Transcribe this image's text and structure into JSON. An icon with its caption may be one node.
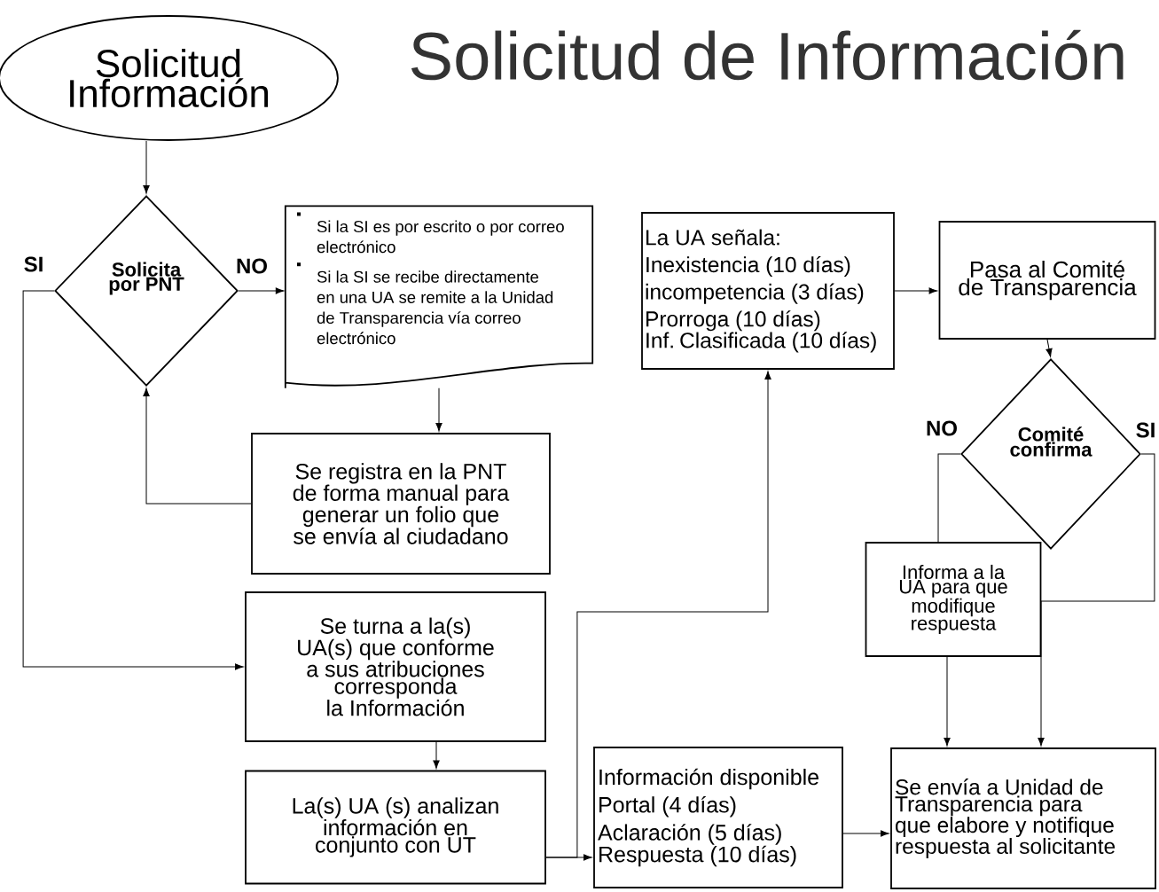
{
  "diagram": {
    "title": "Solicitud de Información",
    "nodes": [
      {
        "text": [
          "Solicitud Información"
        ]
      },
      {
        "text": [
          "Solicita por PNT"
        ]
      },
      {
        "text": [
          "Si la SI es por escrito o por correo electrónico",
          "Si la SI se recibe directamente en una UA  se remite a la Unidad de Transparencia vía correo electrónico"
        ]
      },
      {
        "text": [
          "Se registra en la PNT de forma manual para generar un folio que se envía al ciudadano"
        ]
      },
      {
        "text": [
          "Se turna a la(s) UA(s) que conforme a sus atribuciones corresponda la Información"
        ]
      },
      {
        "text": [
          "La(s) UA (s) analizan información en conjunto con UT"
        ]
      },
      {
        "text": [
          "Información disponible",
          "Portal (4 días)",
          "Aclaración (5 días)",
          "Respuesta (10 días)"
        ]
      },
      {
        "text": [
          "La UA señala:",
          "Inexistencia (10 días)",
          "incompetencia (3 días)",
          "Prorroga (10 días)",
          "Inf. Clasificada (10 días)"
        ]
      },
      {
        "text": [
          "Pasa al Comité de Transparencia"
        ]
      },
      {
        "text": [
          "Comité confirma"
        ]
      },
      {
        "text": [
          "Informa a la UA para que modifique respuesta"
        ]
      },
      {
        "text": [
          "Se envía a Unidad de Transparencia para que elabore y notifique respuesta al solicitante"
        ]
      }
    ],
    "edges": [
      {
        "from": 0,
        "to": 1,
        "arrow": "to"
      },
      {
        "from": 1,
        "to": 2,
        "arrow": "to",
        "label": "NO"
      },
      {
        "from": 1,
        "to": 4,
        "arrow": "to",
        "label": "SI"
      },
      {
        "from": 2,
        "to": 3,
        "arrow": "to"
      },
      {
        "from": 3,
        "to": 1,
        "arrow": "to"
      },
      {
        "from": 4,
        "to": 5,
        "arrow": "to"
      },
      {
        "from": 5,
        "to": 6,
        "arrow": "to"
      },
      {
        "from": 5,
        "to": 7,
        "arrow": "to"
      },
      {
        "from": 7,
        "to": 8,
        "arrow": "to"
      },
      {
        "from": 8,
        "to": 9,
        "arrow": "to"
      },
      {
        "from": 9,
        "to": 10,
        "arrow": "none",
        "label": "NO"
      },
      {
        "from": 9,
        "to": 11,
        "arrow": "to",
        "label": "SI"
      },
      {
        "from": 10,
        "to": 11,
        "arrow": "to"
      },
      {
        "from": 6,
        "to": 11,
        "arrow": "to"
      }
    ]
  }
}
